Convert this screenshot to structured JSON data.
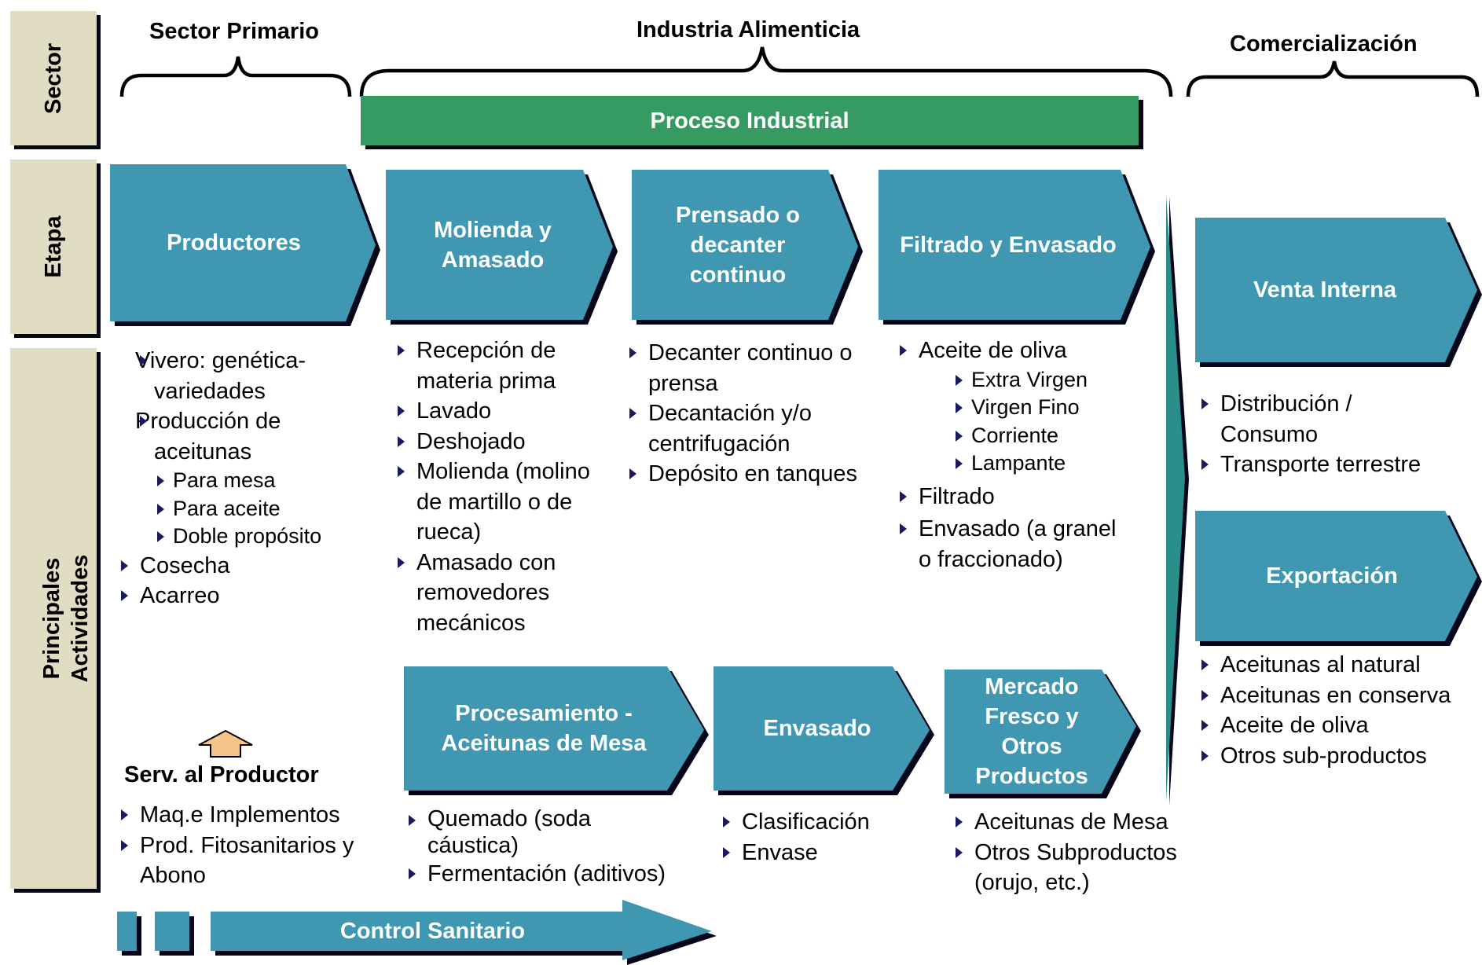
{
  "sectors": {
    "primario": "Sector Primario",
    "industria": "Industria Alimenticia",
    "comercializacion": "Comercialización"
  },
  "proceso_industrial": "Proceso Industrial",
  "side_labels": {
    "sector": "Sector",
    "etapa": "Etapa",
    "actividades_1": "Principales",
    "actividades_2": "Actividades"
  },
  "stages": {
    "productores": "Productores",
    "molienda": "Molienda y\nAmasado",
    "prensado": "Prensado o\ndecanter\ncontinuo",
    "filtrado": "Filtrado y Envasado",
    "venta_interna": "Venta Interna",
    "exportacion": "Exportación",
    "procesamiento": "Procesamiento -\nAceitunas de Mesa",
    "envasado": "Envasado",
    "mercado": "Mercado\nFresco y\nOtros\nProductos"
  },
  "activities": {
    "productores": [
      "Vivero: genética-\nvariedades",
      "Producción de\naceitunas"
    ],
    "productores_sub": [
      "Para  mesa",
      "Para aceite",
      "Doble propósito"
    ],
    "productores_tail": [
      "Cosecha",
      "Acarreo"
    ],
    "molienda": [
      "Recepción de\nmateria prima",
      "Lavado",
      "Deshojado",
      "Molienda (molino\nde martillo o de\nrueca)",
      "Amasado con\nremovedores\nmecánicos"
    ],
    "prensado": [
      "Decanter continuo o\nprensa",
      "Decantación y/o\ncentrifugación",
      "Depósito en tanques"
    ],
    "filtrado_head": "Aceite de oliva",
    "filtrado_sub": [
      "Extra Virgen",
      "Virgen Fino",
      "Corriente",
      "Lampante"
    ],
    "filtrado_tail": [
      "Filtrado",
      "Envasado (a granel\no fraccionado)"
    ],
    "venta_interna": [
      "Distribución /\nConsumo",
      "Transporte terrestre"
    ],
    "exportacion": [
      "Aceitunas al natural",
      "Aceitunas en conserva",
      "Aceite de oliva",
      "Otros sub-productos"
    ],
    "serv_title": "Serv. al Productor",
    "serv": [
      "Maq.e Implementos",
      "Prod. Fitosanitarios y\nAbono"
    ],
    "procesamiento": [
      "Quemado (soda\ncáustica)",
      "Fermentación (aditivos)"
    ],
    "envasado": [
      "Clasificación",
      "Envase"
    ],
    "mercado": [
      "Aceitunas de Mesa",
      "Otros Subproductos\n(orujo, etc.)"
    ]
  },
  "control_sanitario": "Control Sanitario",
  "colors": {
    "chevron": "#3f97b1",
    "chevron_shadow": "#06061a",
    "proceso_bar": "#369b63",
    "side_box": "#e1ddc3",
    "divider": "#2a8f8a",
    "bullet": "#1a1a5e"
  }
}
